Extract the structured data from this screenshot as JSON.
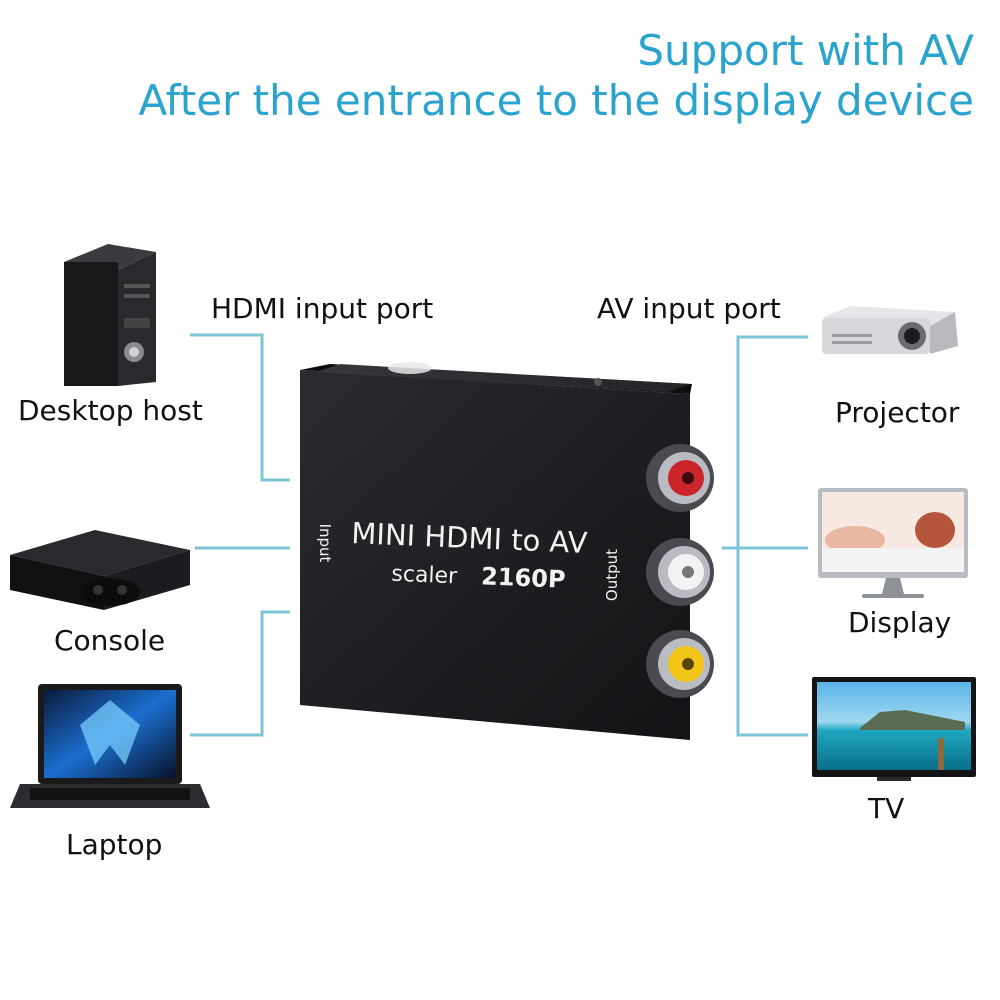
{
  "header": {
    "line1": "Support with AV",
    "line2": "After the entrance to the display device"
  },
  "ports": {
    "hdmi_input": "HDMI input port",
    "av_input": "AV input port"
  },
  "sources": [
    {
      "label": "Desktop host",
      "icon": "desktop-tower-icon"
    },
    {
      "label": "Console",
      "icon": "game-console-icon"
    },
    {
      "label": "Laptop",
      "icon": "laptop-icon"
    }
  ],
  "outputs": [
    {
      "label": "Projector",
      "icon": "projector-icon"
    },
    {
      "label": "Display",
      "icon": "monitor-icon"
    },
    {
      "label": "TV",
      "icon": "tv-icon"
    }
  ],
  "device": {
    "title": "MINI HDMI to AV",
    "scaler": "scaler",
    "resolution": "2160P",
    "input_side": "Input",
    "output_side": "Output"
  },
  "colors": {
    "accent": "#2aa3cf",
    "connector": "#7cc4d6",
    "device_body": "#1e1e22",
    "rca_red": "#c9252b",
    "rca_white": "#f2f2f2",
    "rca_yellow": "#f2c619"
  }
}
